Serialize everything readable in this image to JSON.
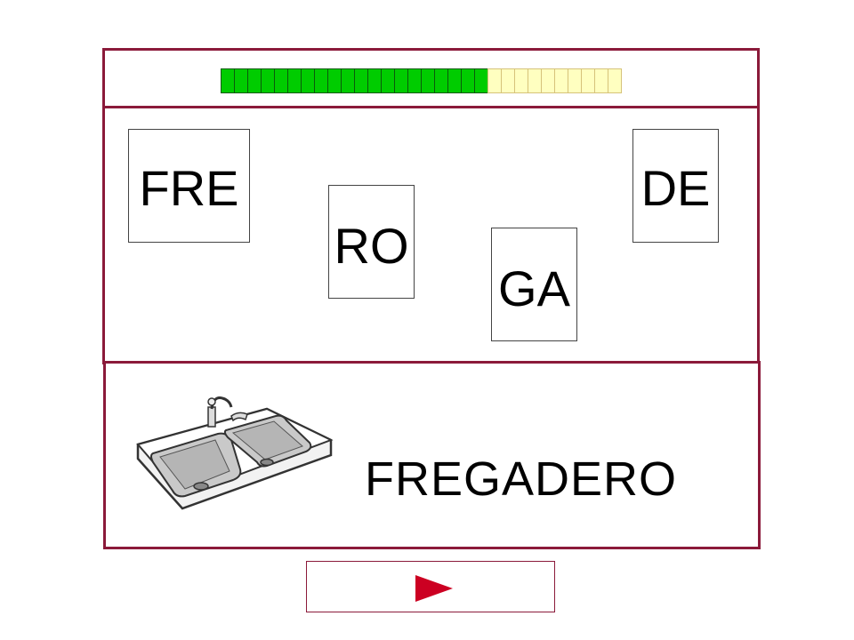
{
  "progress": {
    "completed_segments": 20,
    "total_segments": 30,
    "colors": {
      "done": "#00cc00",
      "todo": "#ffffc0"
    }
  },
  "syllable_tiles": [
    {
      "text": "FRE"
    },
    {
      "text": "RO"
    },
    {
      "text": "GA"
    },
    {
      "text": "DE"
    }
  ],
  "answer": {
    "word": "FREGADERO",
    "image": "kitchen-sink"
  },
  "controls": {
    "next_icon": "play-arrow-icon",
    "next_color": "#cc0022"
  },
  "theme": {
    "border_color": "#8b1a3a"
  }
}
